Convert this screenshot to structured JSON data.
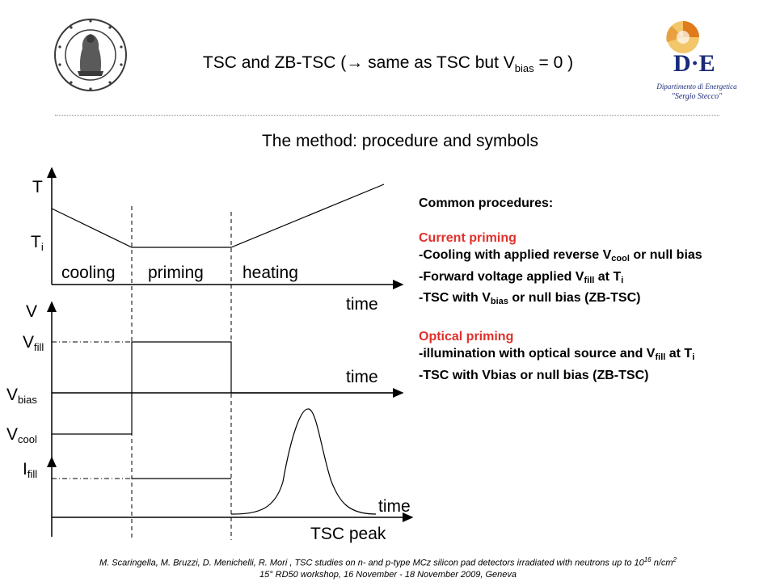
{
  "header": {
    "title_pre": "TSC and ZB-TSC (→ same as TSC but V",
    "title_sub": "bias",
    "title_post": " = 0 )",
    "subtitle": "The method: procedure and symbols"
  },
  "logos": {
    "left": {
      "icon": "university-seal-icon",
      "color": "#3a3a3a"
    },
    "right": {
      "icon": "die-department-logo-icon",
      "text": "D·E",
      "caption1": "Dipartimento di Energetica",
      "caption2": "\"Sergio Stecco\"",
      "color": "#1a2a7a",
      "accent": "#e07a1a"
    }
  },
  "diagram": {
    "T": "T",
    "Ti_main": "T",
    "Ti_sub": "i",
    "phases": [
      "cooling",
      "priming",
      "heating"
    ],
    "time": "time",
    "V": "V",
    "Vfill_main": "V",
    "Vfill_sub": "fill",
    "Vbias_main": "V",
    "Vbias_sub": "bias",
    "Vcool_main": "V",
    "Vcool_sub": "cool",
    "Ifill_main": "I",
    "Ifill_sub": "fill",
    "tsc_peak": "TSC peak"
  },
  "procedures": {
    "heading": "Common procedures:",
    "current_title": "Current priming",
    "c1_a": "-Cooling with applied reverse V",
    "c1_sub": "cool",
    "c1_b": " or null bias",
    "c2_a": "-Forward voltage applied V",
    "c2_sub1": "fill",
    "c2_b": "  at T",
    "c2_sub2": "i",
    "c3_a": "-TSC with  V",
    "c3_sub": "bias",
    "c3_b": " or null bias (ZB-TSC)",
    "optical_title": "Optical priming",
    "o1_a": "-illumination with optical source and V",
    "o1_sub1": "fill",
    "o1_b": " at T",
    "o1_sub2": "i",
    "o2": "-TSC with  Vbias or null bias (ZB-TSC)"
  },
  "citation": {
    "line1_pre": "M. Scaringella, M. Bruzzi, D. Menichelli, R. Mori , TSC studies on n- and p-type MCz silicon pad detectors irradiated with neutrons up to 10",
    "line1_sup1": "16",
    "line1_mid": " n/cm",
    "line1_sup2": "2",
    "line2": "15° RD50 workshop, 16 November - 18 November 2009, Geneva"
  },
  "colors": {
    "accent_red": "#e0302a",
    "rule": "#8a8a8a"
  }
}
